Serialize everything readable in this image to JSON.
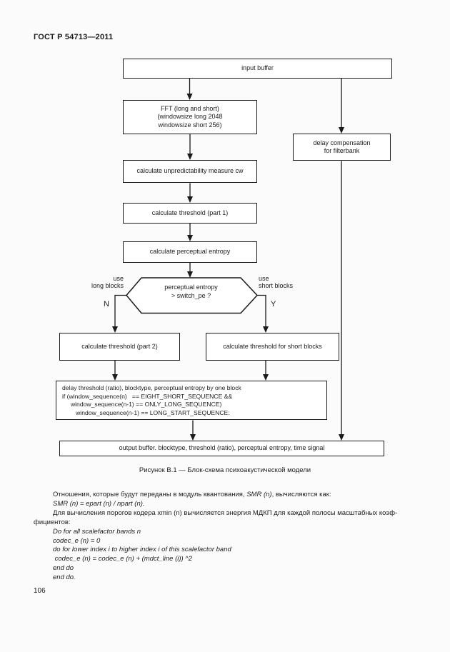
{
  "header": {
    "title": "ГОСТ Р 54713—2011"
  },
  "figure": {
    "caption": "Рисунок В.1 — Блок-схема психоакустической модели",
    "nodes": {
      "input_buffer": "input buffer",
      "fft": "FFT (long and short)\n(windowsize long 2048\nwindowsize short 256)",
      "delay_compensation": "delay compensation\nfor filterbank",
      "calc_unpredictability": "calculate unpredictability measure cw",
      "calc_threshold_part1": "calculate threshold (part 1)",
      "calc_perceptual_entropy": "calculate perceptual entropy",
      "decision": "perceptual entropy\n> switch_pe ?",
      "calc_threshold_part2": "calculate threshold (part 2)",
      "calc_threshold_short": "calculate threshold for short blocks",
      "delay_block": "delay threshold (ratio), blocktype, perceptual entropy by one block\nif (window_sequence(n)   == EIGHT_SHORT_SEQUENCE &&\n     window_sequence(n-1) == ONLY_LONG_SEQUENCE)\n        window_sequence(n-1) == LONG_START_SEQUENCE:",
      "output_buffer": "output buffer. blocktype, threshold (ratio), perceptual entropy, time signal"
    },
    "labels": {
      "use_long": "use\nlong blocks",
      "use_short": "use\nshort blocks",
      "no": "N",
      "yes": "Y"
    }
  },
  "body": {
    "para1_pre": "Отношения, которые будут переданы в модуль квантования, ",
    "para1_italic": "SMR (n)",
    "para1_post": ", вычисляются как:",
    "formula1": "SMR (n) = epart (n) / npart (n).",
    "para2_line1": "Для вычисления порогов кодера xmin (n) вычисляется энергия МДКП для каждой полосы масштабных коэф-",
    "para2_line2": "фициентов:",
    "code_lines": "Do for all scalefactor bands n\ncodec_e (n) = 0\ndo for lower index i to higher index i of this scalefactor band\n codec_e (n) = codec_e (n) + (mdct_line (i)) ^2\nend do\nend do."
  },
  "footer": {
    "page_number": "106"
  },
  "colors": {
    "ink": "#1a1a1a",
    "paper": "#fbfbfb"
  }
}
